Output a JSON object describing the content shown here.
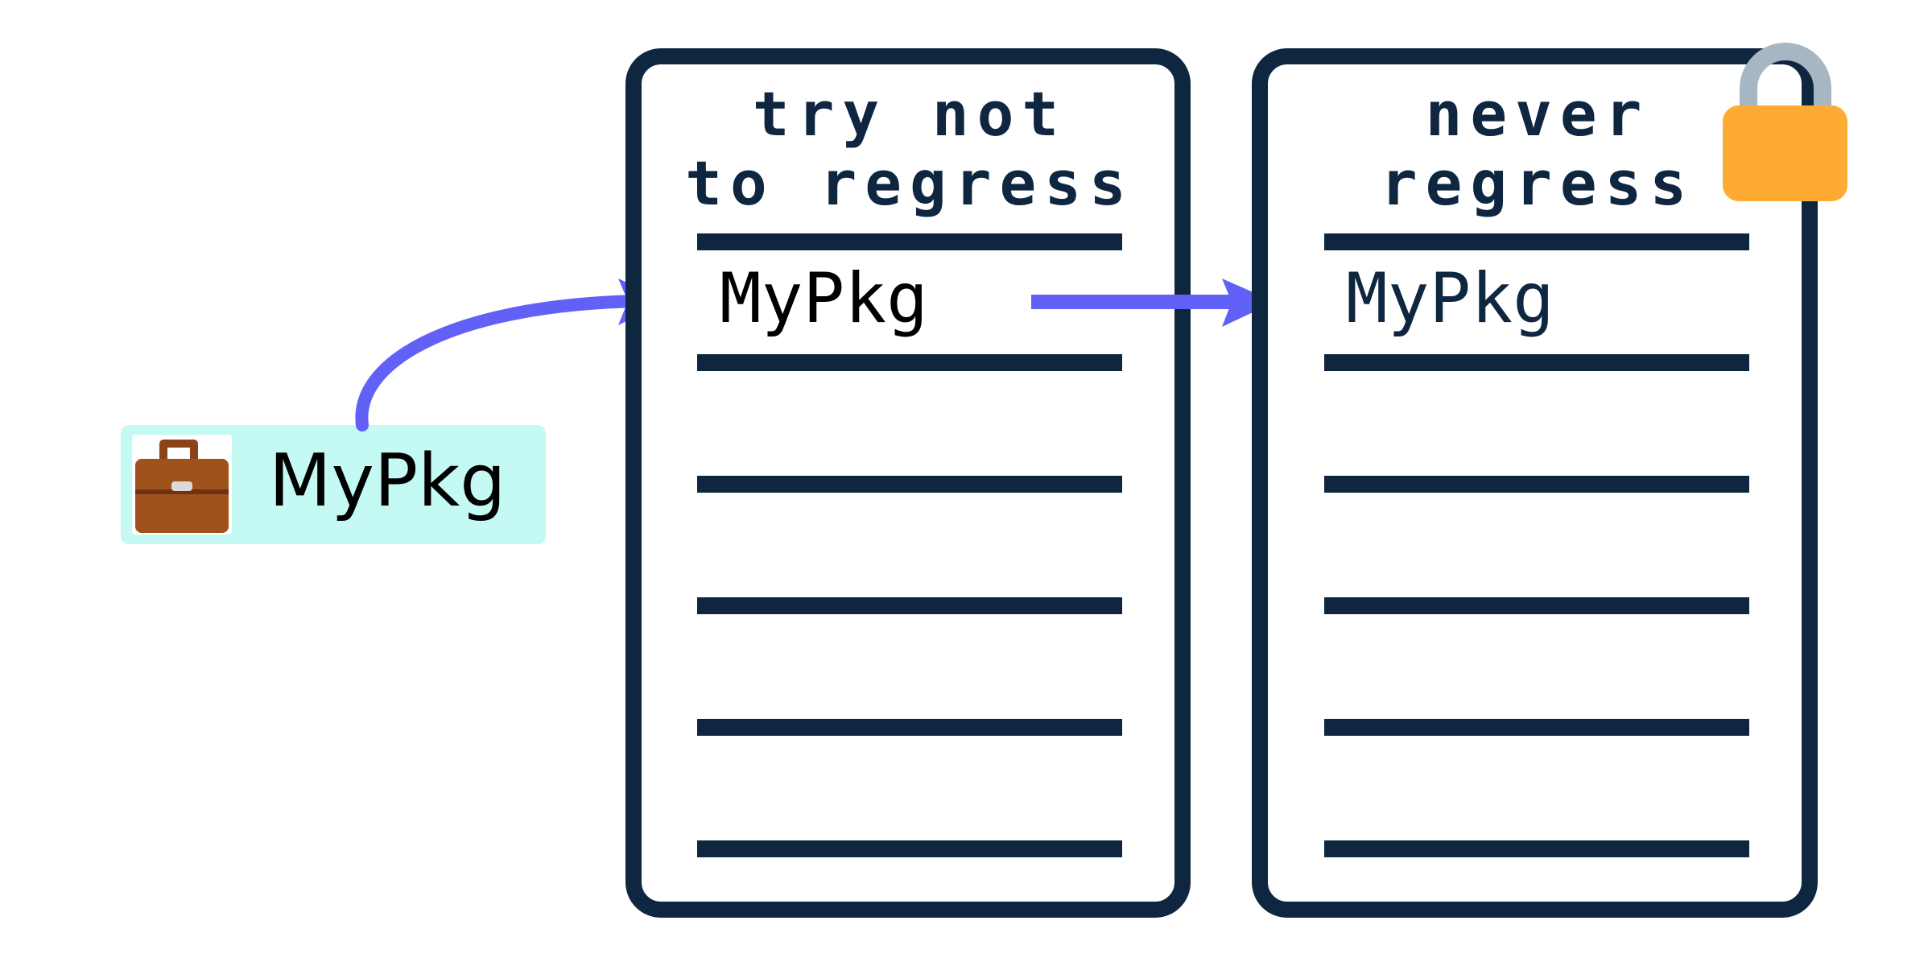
{
  "source_package": {
    "label": "MyPkg",
    "icon": "briefcase-icon"
  },
  "lists": [
    {
      "title_line1": "try not",
      "title_line2": "to regress",
      "entry": "MyPkg"
    },
    {
      "title_line1": "never",
      "title_line2": "regress",
      "entry": "MyPkg",
      "badge_icon": "lock-icon"
    }
  ],
  "colors": {
    "frame": "#0f2640",
    "arrow": "#6160f7",
    "package_bg": "#c4f9f4",
    "briefcase": "#a0521d",
    "lock_body": "#feab33",
    "lock_shackle": "#a7b6c3"
  }
}
